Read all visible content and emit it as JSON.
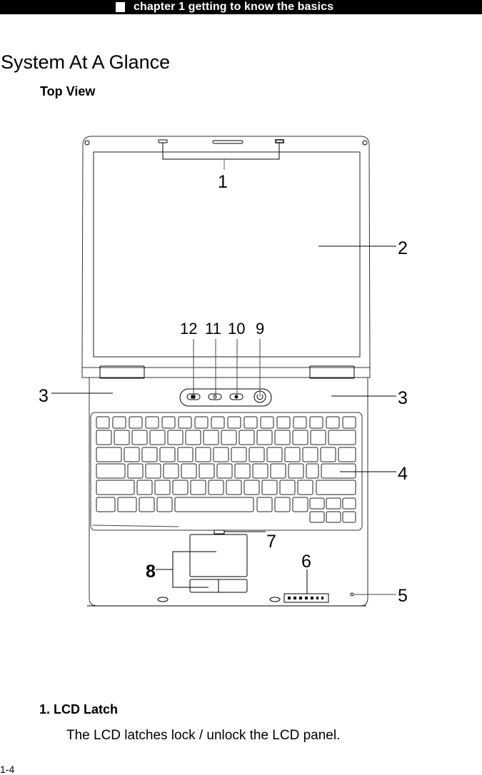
{
  "header": {
    "chapter_label": "chapter 1 getting to know the basics",
    "bar_color": "#000000"
  },
  "page": {
    "title": "System At A Glance",
    "section": "Top View",
    "number": "1-4"
  },
  "diagram": {
    "subject": "laptop-top-view",
    "callouts": [
      {
        "number": "1"
      },
      {
        "number": "2"
      },
      {
        "number": "3"
      },
      {
        "number": "3"
      },
      {
        "number": "4"
      },
      {
        "number": "5"
      },
      {
        "number": "6"
      },
      {
        "number": "7"
      },
      {
        "number": "8"
      },
      {
        "number": "9"
      },
      {
        "number": "10"
      },
      {
        "number": "11"
      },
      {
        "number": "12"
      }
    ]
  },
  "items": [
    {
      "title": "1. LCD Latch",
      "description": "The LCD latches lock / unlock the LCD panel."
    }
  ]
}
